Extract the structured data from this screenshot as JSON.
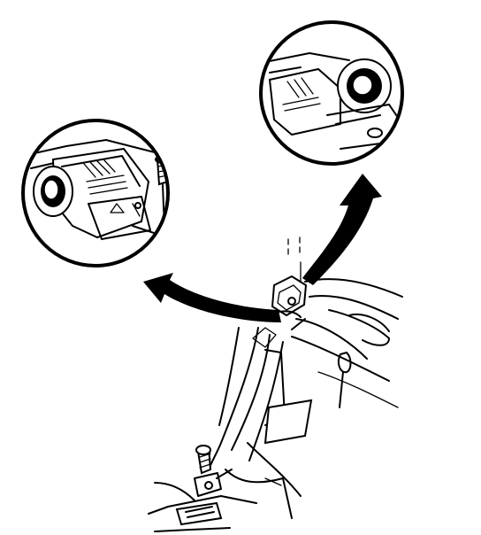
{
  "diagram": {
    "type": "technical-line-illustration",
    "colors": {
      "ink": "#000000",
      "paper": "#ffffff"
    },
    "callouts": [
      {
        "name": "retractor-mount-detail",
        "shape": "circle"
      },
      {
        "name": "retractor-assembly-detail",
        "shape": "circle"
      }
    ],
    "arrows": [
      {
        "name": "arrow-to-left-callout",
        "direction": "left"
      },
      {
        "name": "arrow-to-right-callout",
        "direction": "up-right"
      }
    ]
  }
}
